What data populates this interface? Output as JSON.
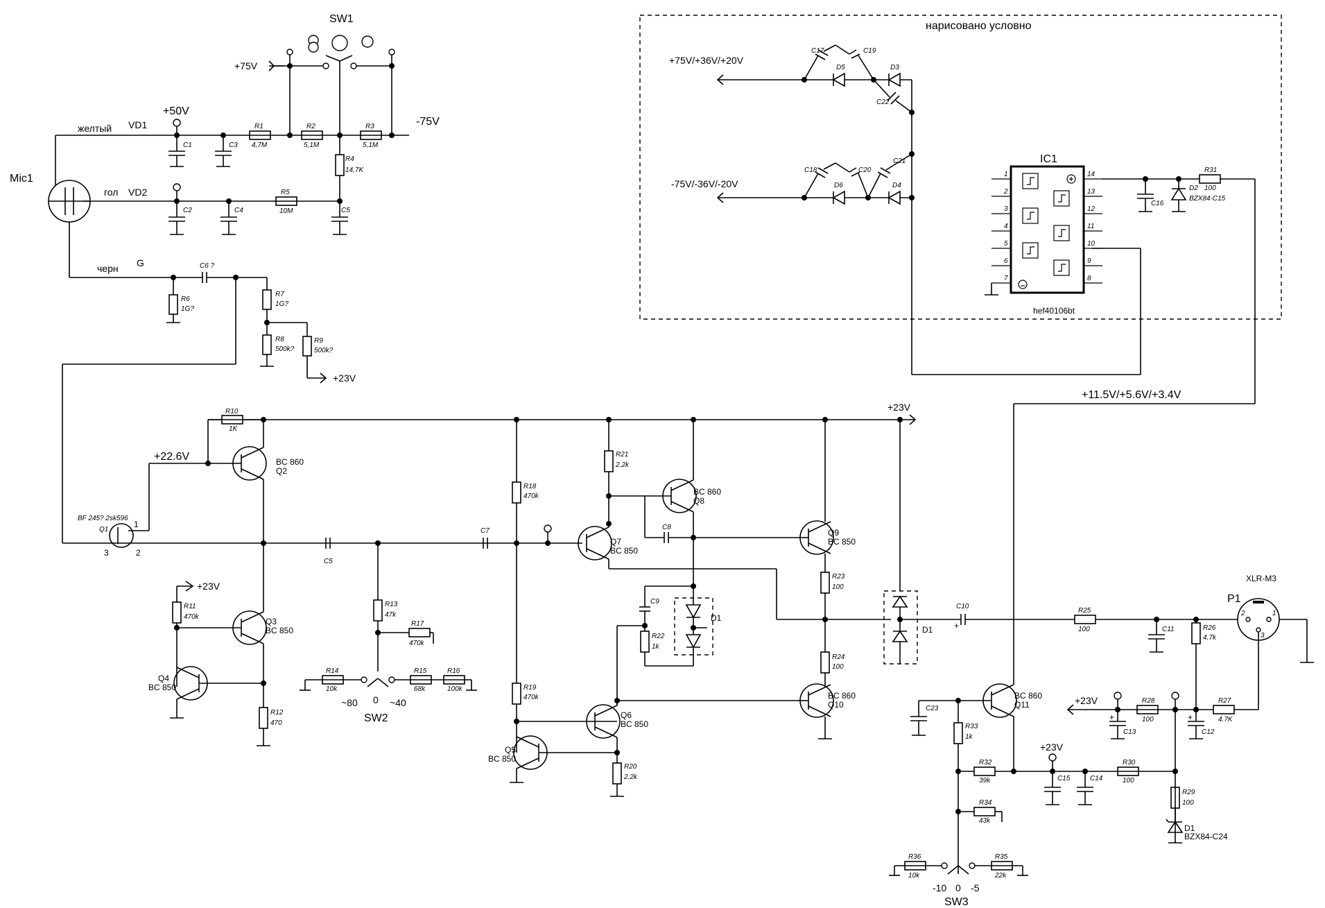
{
  "annotation": {
    "text": "нарисовано условно"
  },
  "rails": {
    "p75": "+75V",
    "m75": "-75V",
    "p50": "+50V",
    "p23": "+23V",
    "p22_6": "+22.6V",
    "pos_multi": "+75V/+36V/+20V",
    "neg_multi": "-75V/-36V/-20V",
    "bias_multi": "+11.5V/+5.6V/+3.4V"
  },
  "mic": {
    "name": "Mic1",
    "wires": [
      "желтый",
      "гол",
      "черн"
    ],
    "nodes": [
      "VD1",
      "VD2",
      "G"
    ]
  },
  "switches": {
    "sw1": "SW1",
    "sw2": "SW2",
    "sw3": "SW3",
    "sw2_pos": [
      "~80",
      "0",
      "~40"
    ],
    "sw3_pos": [
      "-10",
      "0",
      "-5"
    ]
  },
  "ic": {
    "ref": "IC1",
    "part": "hef40106bt",
    "pins_left": [
      "1",
      "2",
      "3",
      "4",
      "5",
      "6",
      "7"
    ],
    "pins_right": [
      "14",
      "13",
      "12",
      "11",
      "10",
      "9",
      "8"
    ]
  },
  "connector": {
    "ref": "P1",
    "type": "XLR-M3",
    "pins": [
      "1",
      "2",
      "3"
    ]
  },
  "resistors": [
    {
      "ref": "R1",
      "val": "4,7M"
    },
    {
      "ref": "R2",
      "val": "5,1M"
    },
    {
      "ref": "R3",
      "val": "5,1M"
    },
    {
      "ref": "R4",
      "val": "14,7K"
    },
    {
      "ref": "R5",
      "val": "10M"
    },
    {
      "ref": "R6",
      "val": "1G?"
    },
    {
      "ref": "R7",
      "val": "1G?"
    },
    {
      "ref": "R8",
      "val": "500k?"
    },
    {
      "ref": "R9",
      "val": "500k?"
    },
    {
      "ref": "R10",
      "val": "1K"
    },
    {
      "ref": "R11",
      "val": "470k"
    },
    {
      "ref": "R12",
      "val": "470"
    },
    {
      "ref": "R13",
      "val": "47k"
    },
    {
      "ref": "R14",
      "val": "10k"
    },
    {
      "ref": "R15",
      "val": "68k"
    },
    {
      "ref": "R16",
      "val": "100k"
    },
    {
      "ref": "R17",
      "val": "470k"
    },
    {
      "ref": "R18",
      "val": "470k"
    },
    {
      "ref": "R19",
      "val": "470k"
    },
    {
      "ref": "R20",
      "val": "2.2k"
    },
    {
      "ref": "R21",
      "val": "2.2k"
    },
    {
      "ref": "R22",
      "val": "1k"
    },
    {
      "ref": "R23",
      "val": "100"
    },
    {
      "ref": "R24",
      "val": "100"
    },
    {
      "ref": "R25",
      "val": "100"
    },
    {
      "ref": "R26",
      "val": "4.7k"
    },
    {
      "ref": "R27",
      "val": "4.7K"
    },
    {
      "ref": "R28",
      "val": "100"
    },
    {
      "ref": "R29",
      "val": "100"
    },
    {
      "ref": "R30",
      "val": "100"
    },
    {
      "ref": "R31",
      "val": "100"
    },
    {
      "ref": "R32",
      "val": "39k"
    },
    {
      "ref": "R33",
      "val": "1k"
    },
    {
      "ref": "R34",
      "val": "43k"
    },
    {
      "ref": "R35",
      "val": "22k"
    },
    {
      "ref": "R36",
      "val": "10k"
    }
  ],
  "capacitors": [
    "C1",
    "C2",
    "C3",
    "C4",
    "C5",
    "C6  ?",
    "C5",
    "C7",
    "C8",
    "C9",
    "C10",
    "C11",
    "C12",
    "C13",
    "C14",
    "C15",
    "C16",
    "C17",
    "C18",
    "C19",
    "C20",
    "C21",
    "C22",
    "C23"
  ],
  "transistors": [
    {
      "ref": "Q1",
      "part": "BF 245? 2sk596"
    },
    {
      "ref": "Q2",
      "part": "BC 860"
    },
    {
      "ref": "Q3",
      "part": "BC 850"
    },
    {
      "ref": "Q4",
      "part": "BC 850"
    },
    {
      "ref": "Q5",
      "part": "BC 850"
    },
    {
      "ref": "Q6",
      "part": "BC 850"
    },
    {
      "ref": "Q7",
      "part": "BC 850"
    },
    {
      "ref": "Q8",
      "part": "BC 860"
    },
    {
      "ref": "Q9",
      "part": "BC 850"
    },
    {
      "ref": "Q10",
      "part": "BC 860"
    },
    {
      "ref": "Q11",
      "part": "BC 860"
    }
  ],
  "q1_pins": [
    "1",
    "2",
    "3"
  ],
  "diodes": [
    {
      "ref": "D1"
    },
    {
      "ref": "D1"
    },
    {
      "ref": "D1",
      "part": "BZX84-C24"
    },
    {
      "ref": "D2",
      "part": "BZX84-C15"
    },
    {
      "ref": "D3"
    },
    {
      "ref": "D4"
    },
    {
      "ref": "D5"
    },
    {
      "ref": "D6"
    }
  ]
}
